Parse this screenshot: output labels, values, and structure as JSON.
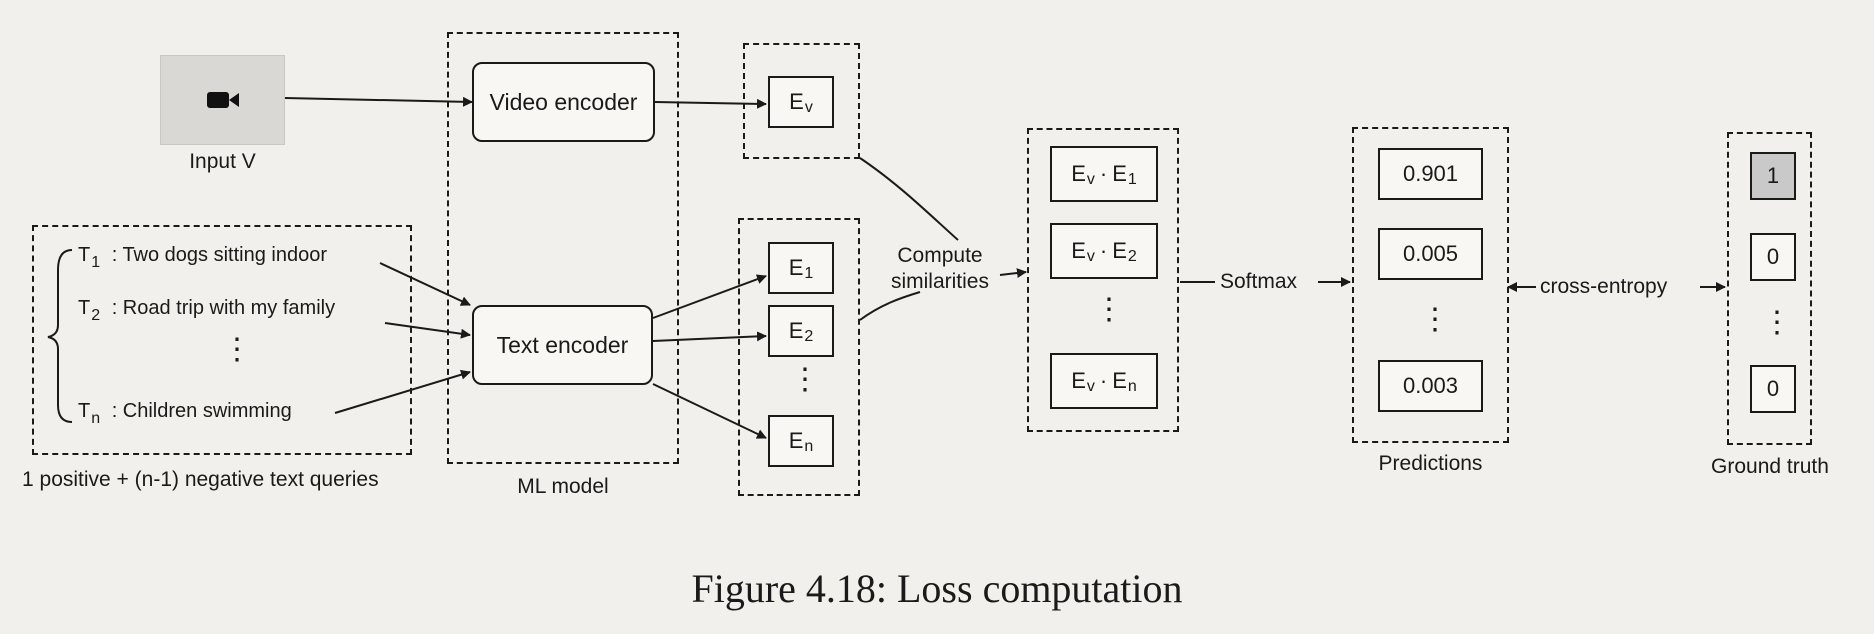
{
  "input": {
    "label": "Input V",
    "icon": "video-camera-icon"
  },
  "queries": {
    "items": [
      {
        "id": "T",
        "sub": "1",
        "text": ": Two dogs sitting indoor"
      },
      {
        "id": "T",
        "sub": "2",
        "text": ": Road trip with my family"
      },
      {
        "id": "T",
        "sub": "n",
        "text": ": Children swimming"
      }
    ],
    "caption": "1 positive + (n-1) negative text queries"
  },
  "model": {
    "video_encoder": "Video encoder",
    "text_encoder": "Text encoder",
    "label": "ML model"
  },
  "video_embedding": {
    "main": "E",
    "sub": "v"
  },
  "text_embeddings": [
    {
      "main": "E",
      "sub": "1"
    },
    {
      "main": "E",
      "sub": "2"
    },
    {
      "main": "E",
      "sub": "n"
    }
  ],
  "compute": {
    "line1": "Compute",
    "line2": "similarities"
  },
  "similarities": [
    {
      "a": "E",
      "asub": "v",
      "dot": "·",
      "b": "E",
      "bsub": "1"
    },
    {
      "a": "E",
      "asub": "v",
      "dot": "·",
      "b": "E",
      "bsub": "2"
    },
    {
      "a": "E",
      "asub": "v",
      "dot": "·",
      "b": "E",
      "bsub": "n"
    }
  ],
  "softmax": "Softmax",
  "predictions": {
    "values": [
      "0.901",
      "0.005",
      "0.003"
    ],
    "label": "Predictions"
  },
  "cross_entropy": "cross-entropy",
  "ground_truth": {
    "values": [
      "1",
      "0",
      "0"
    ],
    "label": "Ground truth",
    "highlight_color": "#c9c9c9"
  },
  "figure_caption": "Figure 4.18: Loss computation"
}
